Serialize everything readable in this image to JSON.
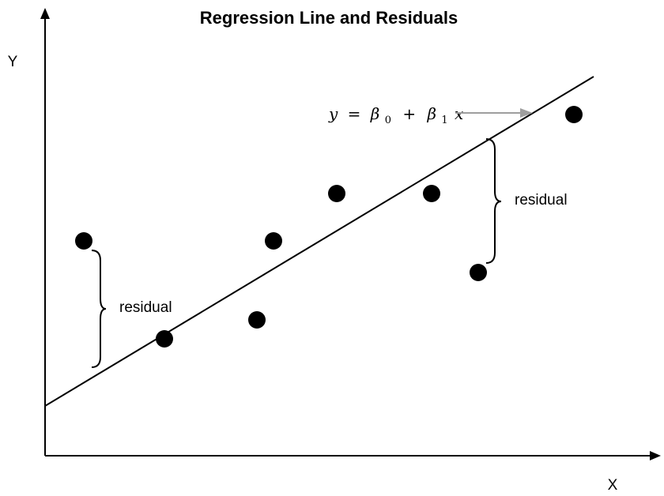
{
  "title": "Regression Line and Residuals",
  "axes": {
    "x_label": "X",
    "y_label": "Y"
  },
  "equation": {
    "lhs": "y",
    "equals": "=",
    "b0": "β",
    "b0_sub": "0",
    "plus": "+",
    "b1": "β",
    "b1_sub": "1",
    "x": "x"
  },
  "annotations": {
    "residual_left": "residual",
    "residual_right": "residual"
  },
  "colors": {
    "ink": "#000000",
    "arrow": "#9e9e9e"
  }
}
